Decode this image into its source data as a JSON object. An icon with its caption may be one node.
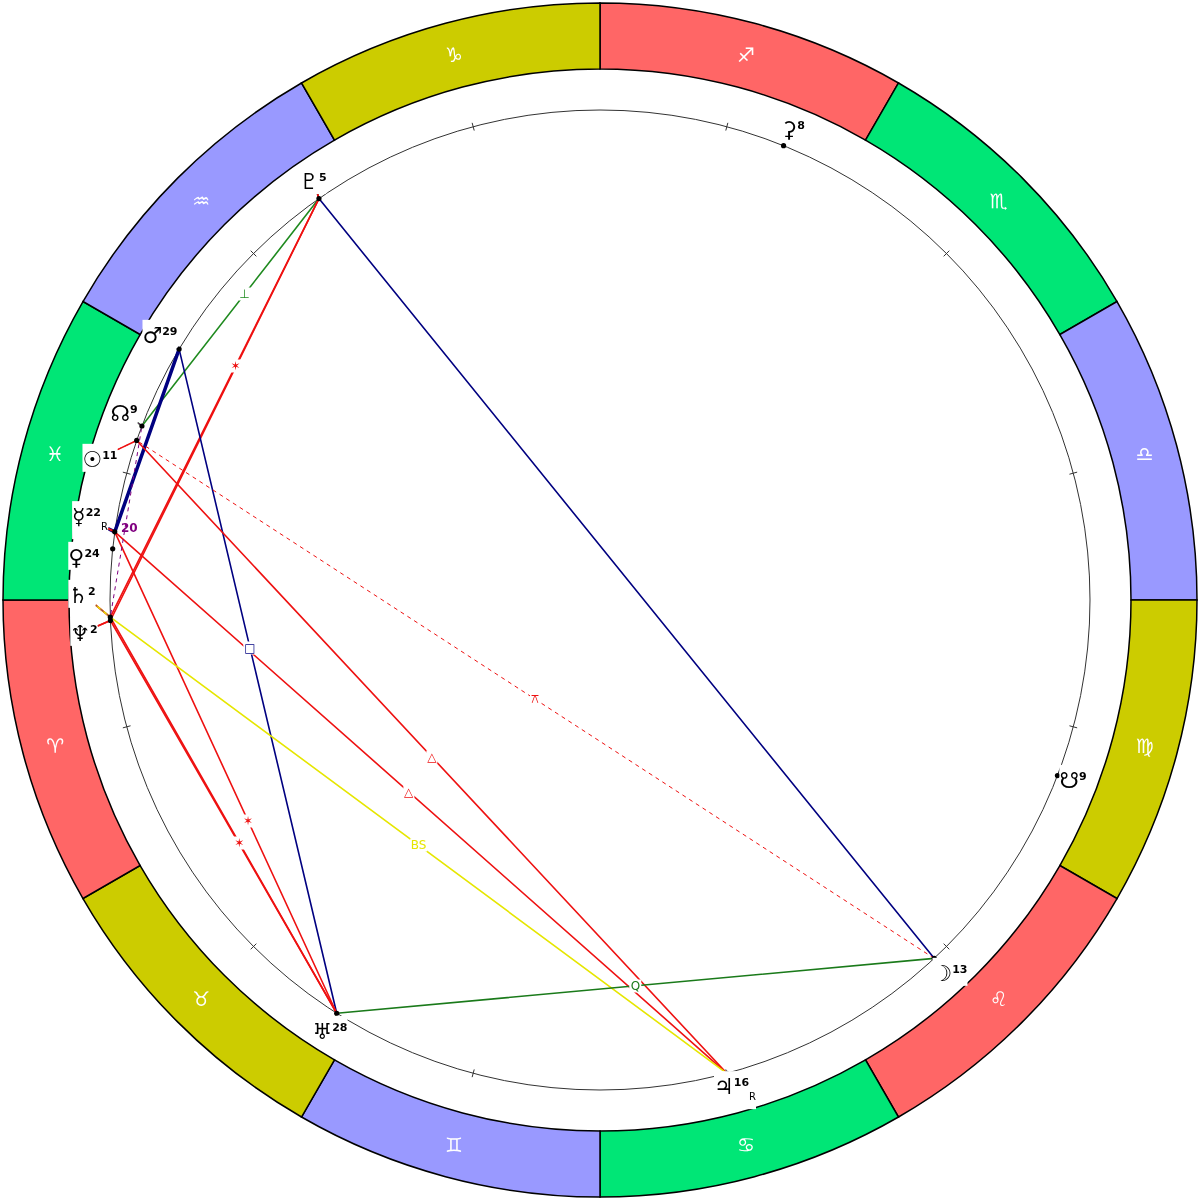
{
  "diagram": {
    "nodes": [
      {
        "text": [
          "♐"
        ]
      },
      {
        "text": [
          "♏"
        ]
      },
      {
        "text": [
          "♎"
        ]
      },
      {
        "text": [
          "♍"
        ]
      },
      {
        "text": [
          "♌"
        ]
      },
      {
        "text": [
          "♋"
        ]
      },
      {
        "text": [
          "♊"
        ]
      },
      {
        "text": [
          "♉"
        ]
      },
      {
        "text": [
          "♈"
        ]
      },
      {
        "text": [
          "♓"
        ]
      },
      {
        "text": [
          "♒"
        ]
      },
      {
        "text": [
          "♑"
        ]
      },
      {
        "text": [
          "♇$^{5}$"
        ]
      },
      {
        "text": [
          "⚳$^{8}$"
        ]
      },
      {
        "text": [
          "♂$^{29}$"
        ]
      },
      {
        "text": [
          "☉$^{11}$"
        ]
      },
      {
        "text": [
          "☊$^{9}$"
        ]
      },
      {
        "text": [
          "♀$^{24}$"
        ]
      },
      {
        "text": [
          "☿$^{22}$$_{R}$"
        ]
      },
      {
        "text": [
          "♄$^{2}$"
        ]
      },
      {
        "text": [
          "♆$^{2}$"
        ]
      },
      {
        "text": [
          "♅$^{28}$"
        ]
      },
      {
        "text": [
          "♃$^{16}$$_{R}$"
        ]
      },
      {
        "text": [
          "☽$^{13}$"
        ]
      },
      {
        "text": [
          "☋$^{9}$"
        ]
      }
    ],
    "edges": [
      {
        "from": 12,
        "to": 23,
        "arrow": "none",
        "color": "#000080"
      },
      {
        "from": 12,
        "to": 16,
        "arrow": "none",
        "color": "#1f8a1f",
        "label": "⊥"
      },
      {
        "from": 12,
        "to": 19,
        "arrow": "none",
        "label": "✶"
      },
      {
        "from": 12,
        "to": 20,
        "arrow": "none"
      },
      {
        "from": 14,
        "to": 21,
        "arrow": "none",
        "color": "#000080",
        "label": "□"
      },
      {
        "from": 14,
        "to": 18,
        "arrow": "none",
        "color": "#000080",
        "style": "thick"
      },
      {
        "from": 15,
        "to": 22,
        "arrow": "none",
        "label": "△"
      },
      {
        "from": 15,
        "to": 23,
        "arrow": "none",
        "style": "dashed",
        "label": "⚻"
      },
      {
        "from": 18,
        "to": 22,
        "arrow": "none",
        "label": "△"
      },
      {
        "from": 18,
        "to": 21,
        "arrow": "none",
        "label": "✶"
      },
      {
        "from": 19,
        "to": 21,
        "arrow": "none",
        "label": "✶"
      },
      {
        "from": 20,
        "to": 21,
        "arrow": "none"
      },
      {
        "from": 19,
        "to": 22,
        "arrow": "none",
        "color": "#e6e600",
        "label": "BS"
      },
      {
        "from": 21,
        "to": 23,
        "arrow": "none",
        "color": "#1a7a1a",
        "label": "Q"
      },
      {
        "from": 16,
        "to": 19,
        "arrow": "none",
        "color": "#800080",
        "style": "dashed"
      }
    ],
    "labels": [
      "20"
    ]
  }
}
